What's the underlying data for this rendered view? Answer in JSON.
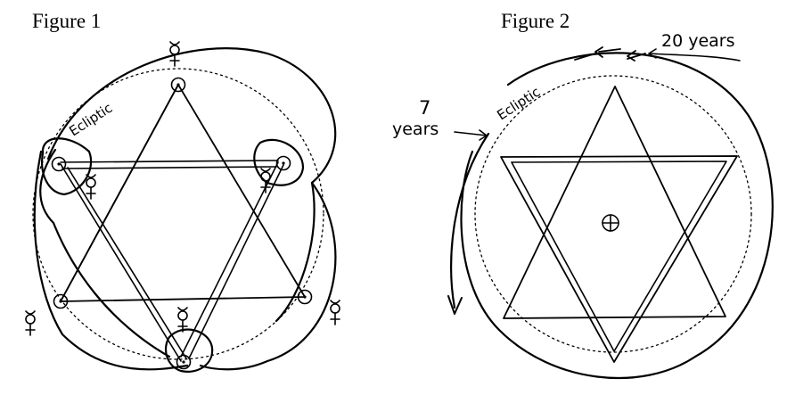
{
  "figure1": {
    "title": "Figure 1",
    "ecliptic_label": "Ecliptic",
    "sun_symbol": "sun-symbol",
    "mercury_symbol": "mercury-symbol"
  },
  "figure2": {
    "title": "Figure 2",
    "ecliptic_label": "Ecliptic",
    "interval_outer": "20 years",
    "interval_inner_number": "7",
    "interval_inner_unit": "years",
    "earth_symbol": "earth-symbol"
  },
  "colors": {
    "ink": "#000000",
    "background": "#ffffff"
  }
}
